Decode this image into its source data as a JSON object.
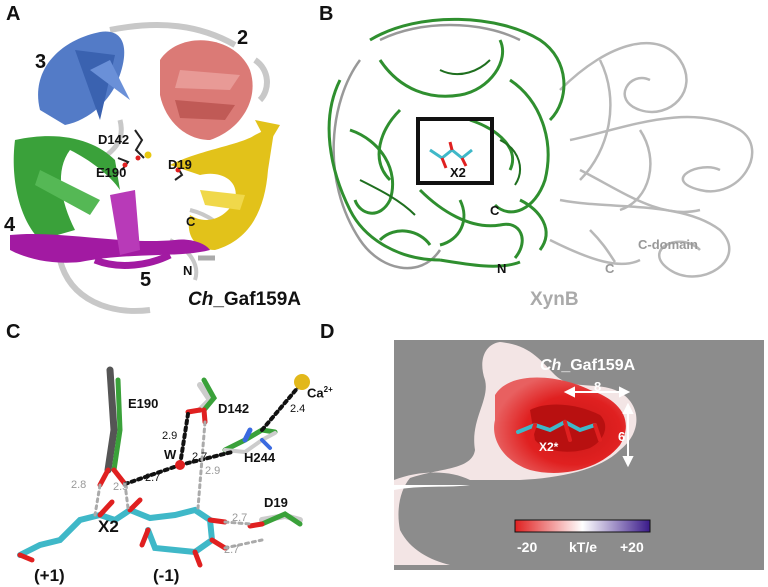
{
  "panels": {
    "a": {
      "letter": "A",
      "domains": [
        "2",
        "3",
        "4",
        "5"
      ],
      "residues": {
        "d142": "D142",
        "e190": "E190",
        "d19": "D19"
      },
      "termini": {
        "c": "C",
        "n": "N"
      },
      "name_italic": "Ch",
      "name_rest": "_Gaf159A",
      "colors": {
        "blue": "#4a74c4",
        "salmon": "#d9736f",
        "green": "#3aa13a",
        "yellow": "#e2c21a",
        "magenta": "#a21aa2",
        "gray": "#c8c8c8"
      }
    },
    "b": {
      "letter": "B",
      "ligand": "X2",
      "termini": {
        "c1": "C",
        "n": "N",
        "c2": "C"
      },
      "domain_label": "C-domain",
      "protein": "XynB",
      "colors": {
        "green": "#2f8f2f",
        "gray": "#a8a8a8"
      }
    },
    "c": {
      "letter": "C",
      "residues": {
        "e190": "E190",
        "d142": "D142",
        "h244": "H244",
        "d19": "D19"
      },
      "water": "W",
      "ion": "Ca",
      "ion_charge": "2+",
      "ligand": "X2",
      "subsites": {
        "plus1": "(+1)",
        "minus1": "(-1)"
      },
      "distances": {
        "d1": "2.8",
        "d2": "2.5",
        "d3": "2.7",
        "d4": "2.9",
        "d5": "2.7",
        "d6": "2.9",
        "d7": "2.4",
        "d8": "2.7",
        "d9": "2.7"
      }
    },
    "d": {
      "letter": "D",
      "name_italic": "Ch",
      "name_rest": "_Gaf159A",
      "dim_width": "8",
      "dim_height": "6",
      "ligand": "X2*",
      "scale_min": "-20",
      "scale_unit": "kT/e",
      "scale_max": "+20",
      "colors": {
        "negative": "#e02020",
        "neutral": "#ffffff",
        "positive": "#3a1a8a",
        "background": "#8c8c8c"
      }
    }
  }
}
